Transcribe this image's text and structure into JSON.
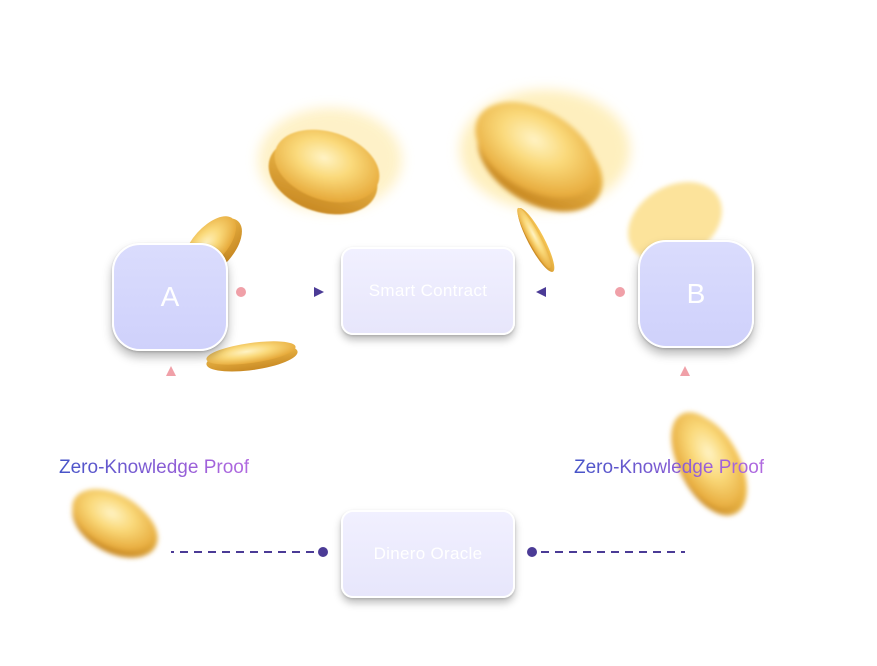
{
  "diagram": {
    "party_a": "A",
    "party_b": "B",
    "smart_contract": "Smart Contract",
    "oracle": "Dinero Oracle",
    "zk_proof_left": "Zero-Knowledge Proof",
    "zk_proof_right": "Zero-Knowledge Proof"
  },
  "colors": {
    "arrow_dark": "#4b3b96",
    "arrow_light": "#f0a0a8",
    "node_fill": "#d6d8fc",
    "box_fill": "#eeedfd",
    "coin": "#f3c24a"
  }
}
